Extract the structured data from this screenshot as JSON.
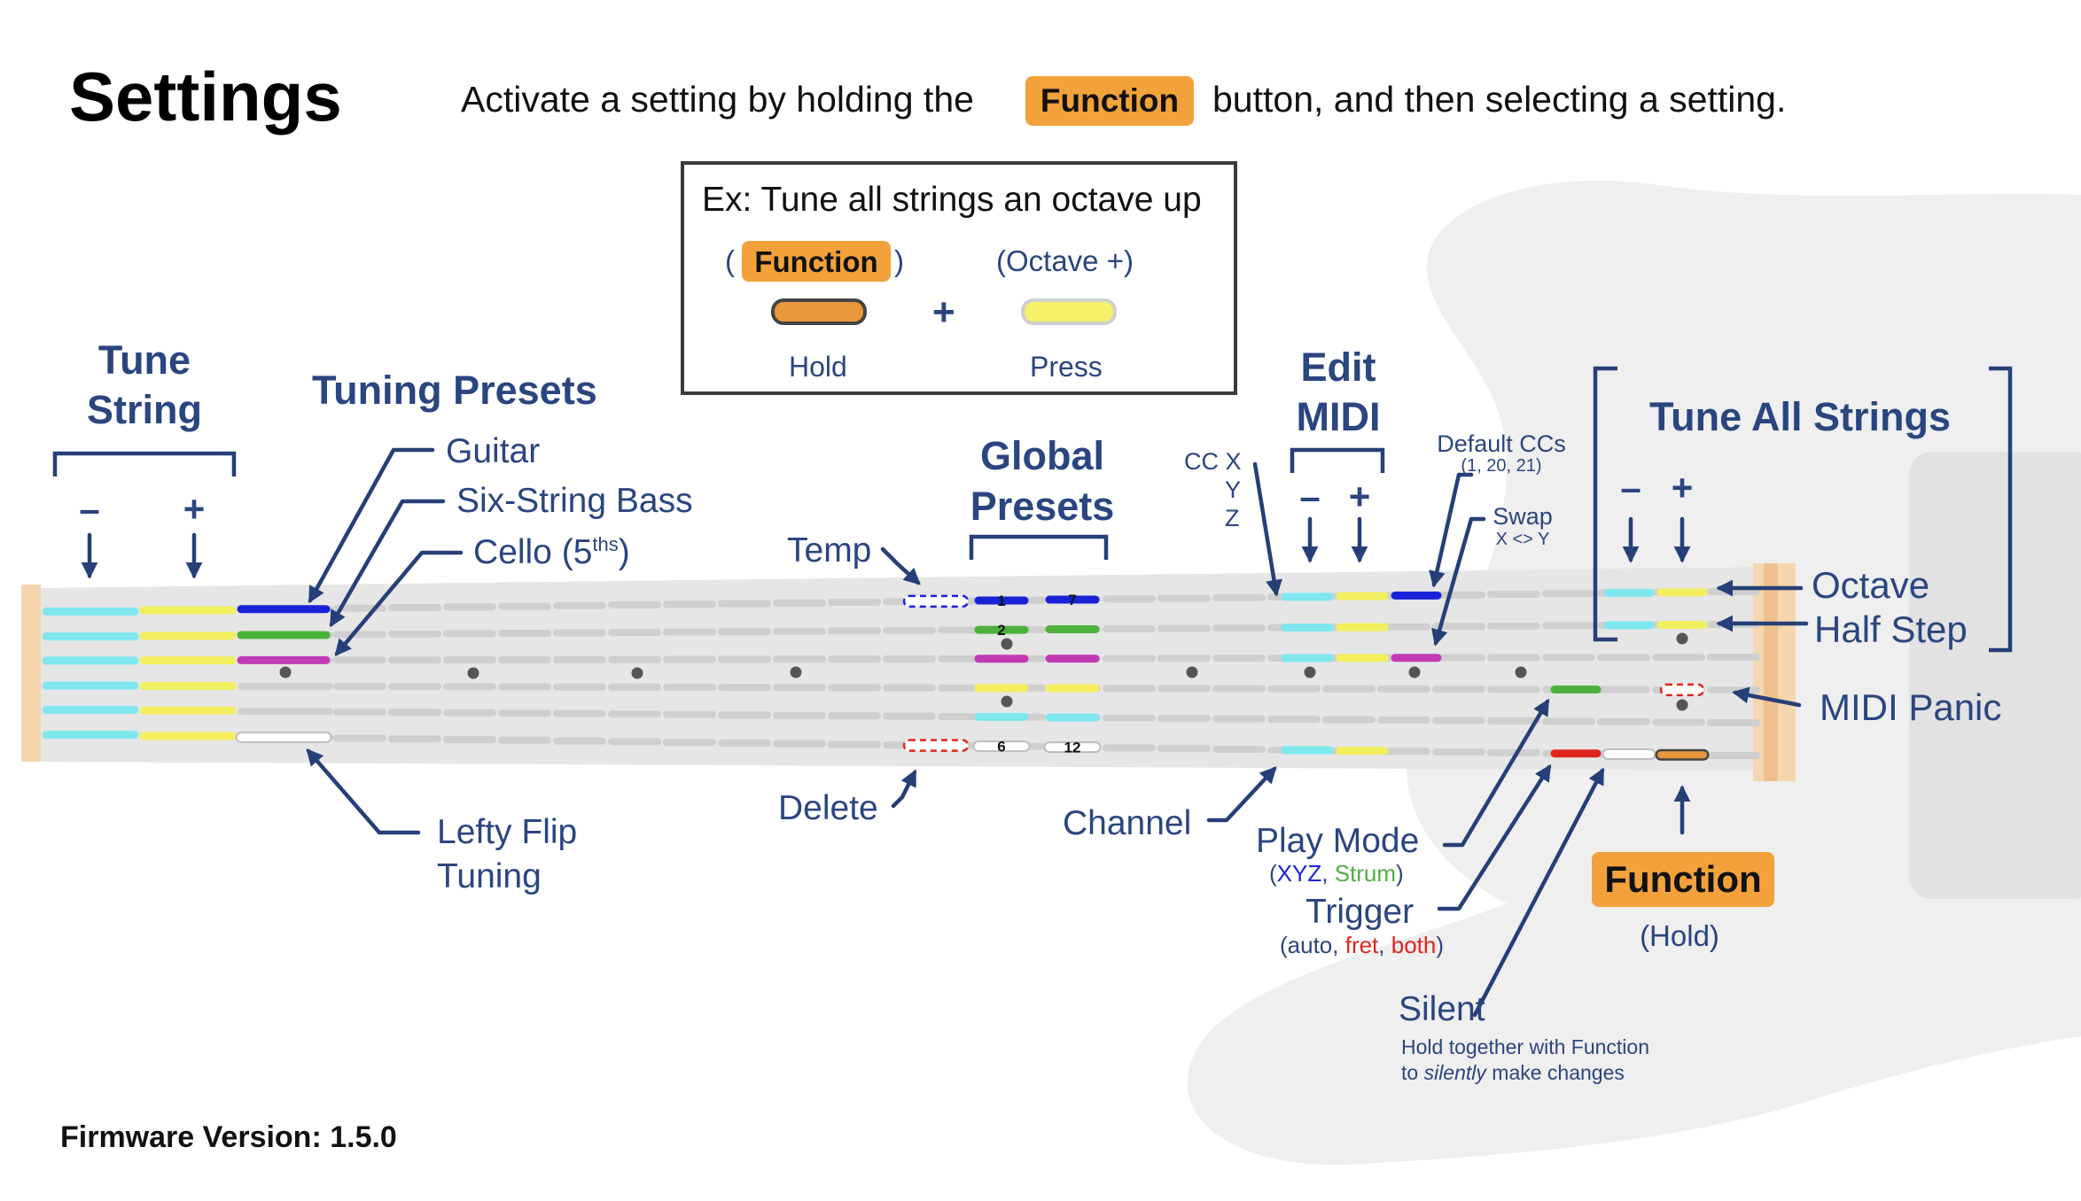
{
  "title": "Settings",
  "instruction": {
    "before": "Activate a setting by holding the",
    "button": "Function",
    "after": "button, and then selecting a setting."
  },
  "example": {
    "title": "Ex: Tune all strings an octave up",
    "left_open": "(",
    "left_badge": "Function",
    "left_close": ")",
    "right_label": "(Octave +)",
    "plus": "+",
    "hold": "Hold",
    "press": "Press"
  },
  "groups": {
    "tune_string": {
      "line1": "Tune",
      "line2": "String",
      "minus": "–",
      "plus": "+"
    },
    "tuning_presets": "Tuning Presets",
    "global_presets": {
      "line1": "Global",
      "line2": "Presets"
    },
    "edit_midi": {
      "line1": "Edit",
      "line2": "MIDI",
      "minus": "–",
      "plus": "+"
    },
    "tune_all": {
      "label": "Tune All Strings",
      "minus": "–",
      "plus": "+"
    }
  },
  "labels": {
    "guitar": "Guitar",
    "six_string_bass": "Six-String Bass",
    "cello": "Cello (5",
    "cello_sup": "ths",
    "cello_end": ")",
    "lefty_line1": "Lefty Flip",
    "lefty_line2": "Tuning",
    "temp": "Temp",
    "delete": "Delete",
    "channel": "Channel",
    "cc_x": "CC X",
    "cc_y": "Y",
    "cc_z": "Z",
    "default_ccs": "Default CCs",
    "default_ccs_values": "(1, 20, 21)",
    "swap": "Swap",
    "swap_detail": "X <> Y",
    "octave": "Octave",
    "half_step": "Half Step",
    "midi_panic": "MIDI Panic",
    "play_mode": "Play Mode",
    "play_mode_open": "(",
    "play_mode_xyz": "XYZ",
    "play_mode_comma": ", ",
    "play_mode_strum": "Strum",
    "play_mode_close": ")",
    "trigger": "Trigger",
    "trigger_open": "(auto, ",
    "trigger_fret": "fret",
    "trigger_comma": ", ",
    "trigger_both": "both",
    "trigger_close": ")",
    "silent": "Silent",
    "silent_note1": "Hold together with Function",
    "silent_note2_pre": "to ",
    "silent_note2_em": "silently",
    "silent_note2_post": " make changes",
    "function": "Function",
    "hold": "(Hold)"
  },
  "preset_numbers": [
    "1",
    "7",
    "2",
    "6",
    "12"
  ],
  "firmware": "Firmware Version: 1.5.0",
  "colors": {
    "text_blue": "#2a4580",
    "arrow_blue": "#263f78",
    "function_orange": "#f3a13a",
    "cyan": "#7fe8ef",
    "yellow": "#f2ef5e",
    "blue": "#1a22d8",
    "green": "#4db13d",
    "magenta": "#c23bb4",
    "white": "#ffffff",
    "red": "#e0261c",
    "orange": "#e8983a",
    "neck_gray": "#e6e6e6",
    "fret_gray": "#cfcfcf",
    "body_gray": "#efefef",
    "nut_wood": "#f6d6ae"
  }
}
